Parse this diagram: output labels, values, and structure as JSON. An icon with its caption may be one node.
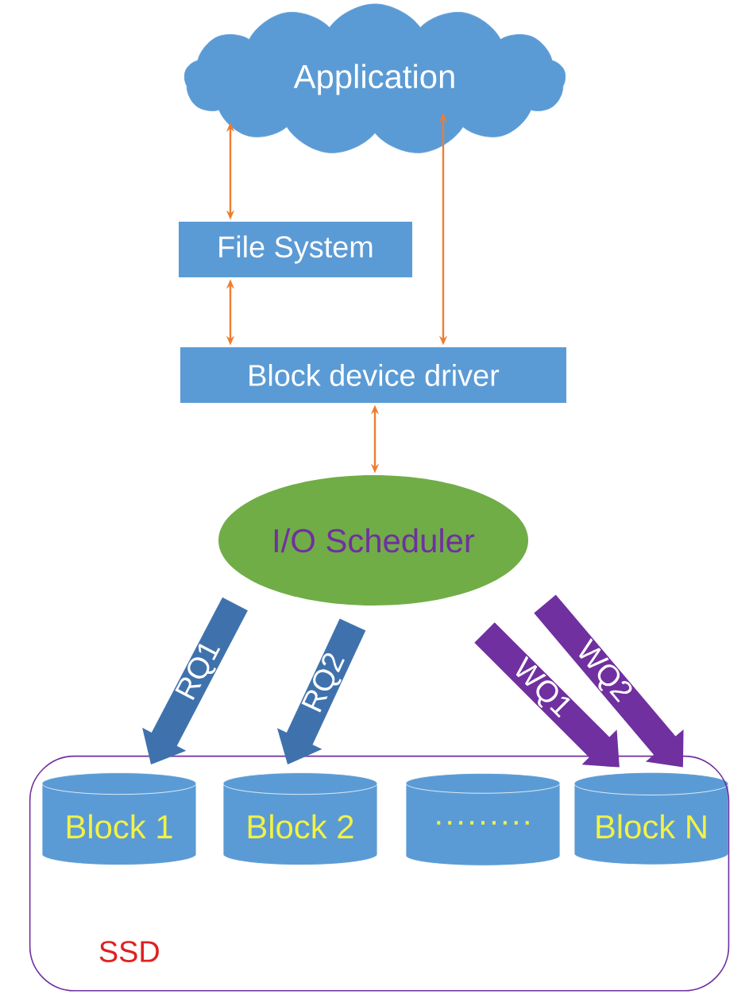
{
  "diagram": {
    "nodes": [
      {
        "text": [
          "Application"
        ]
      },
      {
        "text": [
          "File System"
        ]
      },
      {
        "text": [
          "Block device driver"
        ]
      },
      {
        "text": [
          "I/O Scheduler"
        ]
      },
      {
        "text": [
          "SSD"
        ]
      },
      {
        "text": [
          "Block 1"
        ],
        "in": 4
      },
      {
        "text": [
          "Block 2"
        ],
        "in": 4
      },
      {
        "text": [
          "·········"
        ],
        "in": 4
      },
      {
        "text": [
          "Block N"
        ],
        "in": 4
      }
    ],
    "edges": [
      {
        "from": 0,
        "to": 1,
        "arrow": "both"
      },
      {
        "from": 1,
        "to": 2,
        "arrow": "both"
      },
      {
        "from": 0,
        "to": 2,
        "arrow": "both"
      },
      {
        "from": 2,
        "to": 3,
        "arrow": "both"
      },
      {
        "from": null,
        "to": 5,
        "arrow": "to",
        "label": "RQ1",
        "style": "thick",
        "color": "#3f72ad"
      },
      {
        "from": null,
        "to": 6,
        "arrow": "to",
        "label": "RQ2",
        "style": "thick",
        "color": "#3f72ad"
      },
      {
        "from": null,
        "to": 8,
        "arrow": "to",
        "label": "WQ1",
        "style": "thick",
        "color": "#7030a0"
      },
      {
        "from": null,
        "to": 8,
        "arrow": "to",
        "label": "WQ2",
        "style": "thick",
        "color": "#7030a0"
      }
    ]
  }
}
